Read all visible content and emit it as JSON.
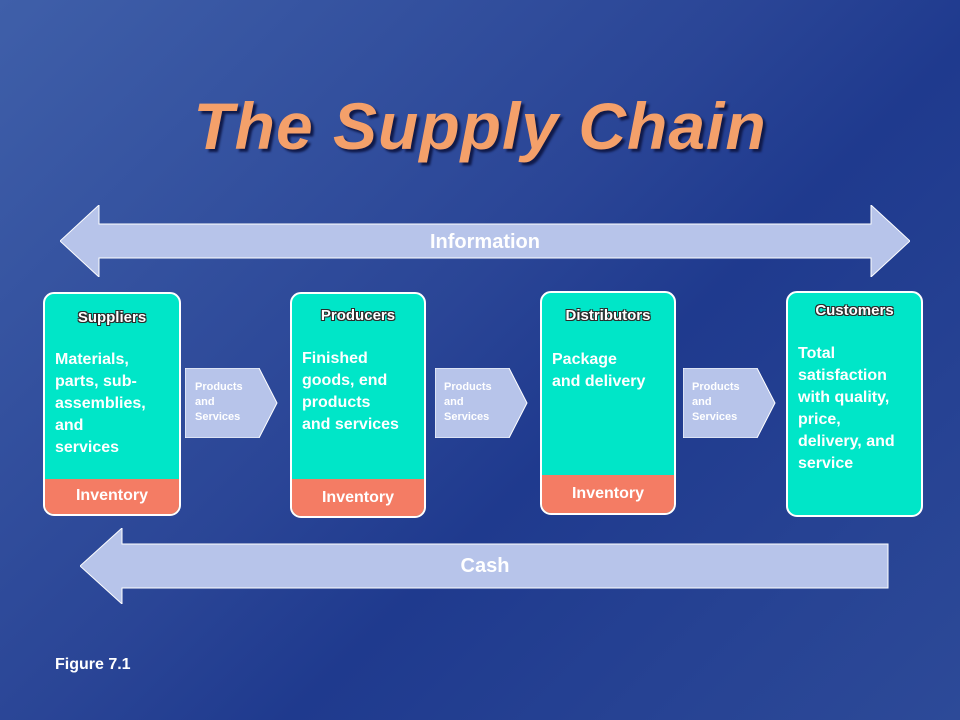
{
  "title": "The Supply Chain",
  "information_label": "Information",
  "cash_label": "Cash",
  "flow_label_line1": "Products",
  "flow_label_line2": "and",
  "flow_label_line3": "Services",
  "inventory_label": "Inventory",
  "figure_label": "Figure 7.1",
  "stages": [
    {
      "header": "Suppliers",
      "lines": [
        "Materials,",
        "parts, sub-",
        "assemblies,",
        "and",
        "services"
      ]
    },
    {
      "header": "Producers",
      "lines": [
        "Finished",
        "goods, end",
        "products",
        "and services"
      ]
    },
    {
      "header": "Distributors",
      "lines": [
        "Package",
        "and delivery"
      ]
    },
    {
      "header": "Customers",
      "lines": [
        "Total",
        "satisfaction",
        "with quality,",
        "price,",
        "delivery, and",
        "service"
      ]
    }
  ],
  "colors": {
    "title": "#f4a06a",
    "card_fill": "#00e6c8",
    "inventory_fill": "#f47c64",
    "arrow_fill": "#b7c4ea"
  }
}
